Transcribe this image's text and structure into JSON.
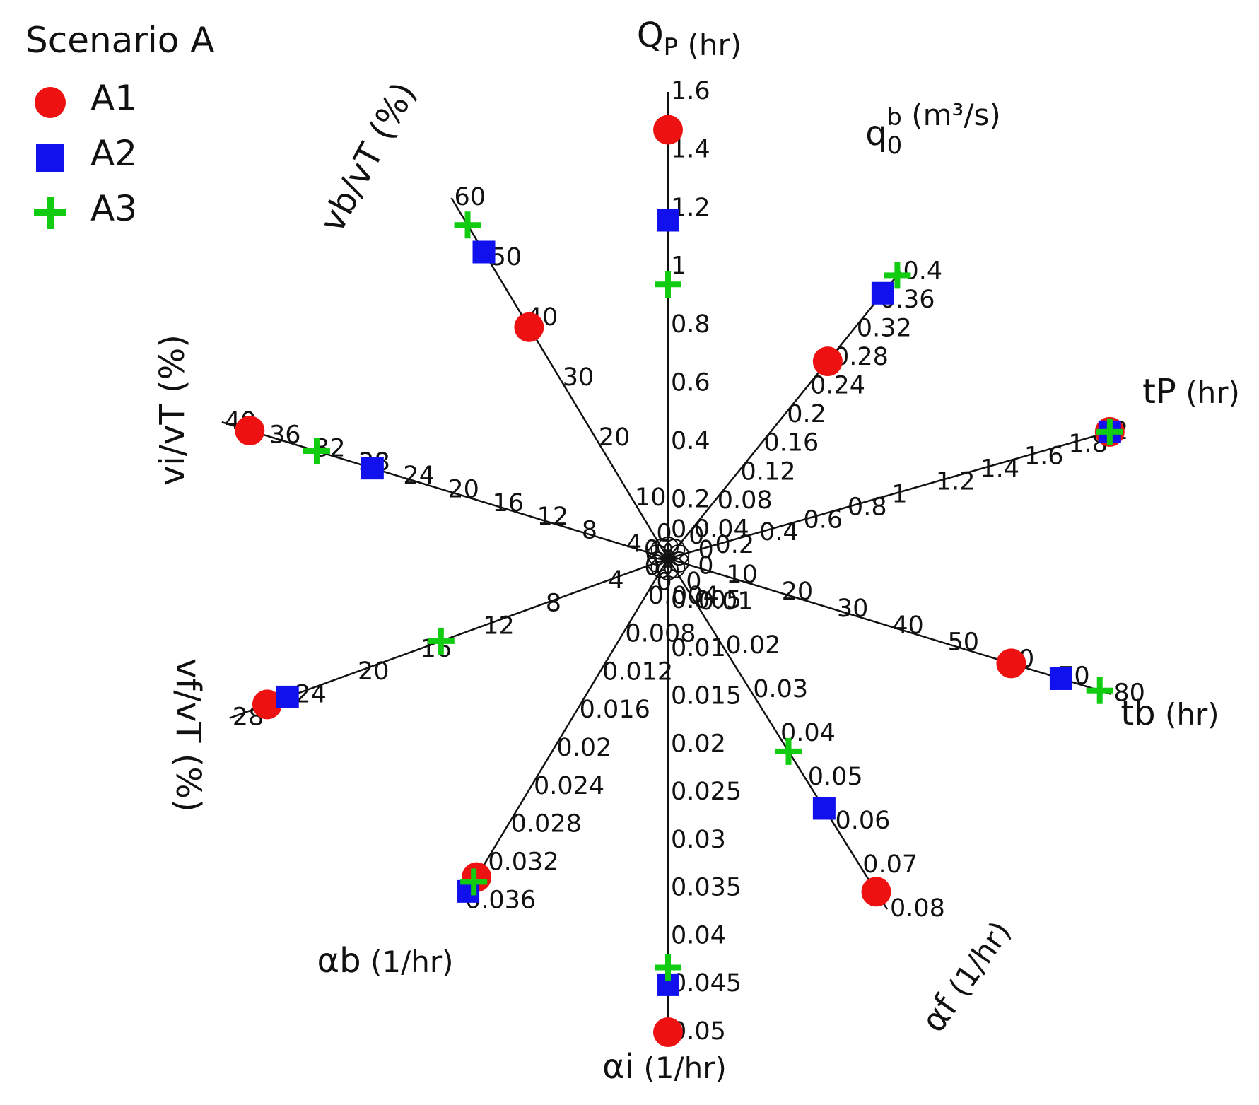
{
  "chart_data": {
    "type": "radar",
    "title": "Scenario A",
    "legend_position": "top-left",
    "grid": false,
    "series": [
      {
        "name": "A1",
        "marker": "circle",
        "color": "#ee1111"
      },
      {
        "name": "A2",
        "marker": "square",
        "color": "#1111ee"
      },
      {
        "name": "A3",
        "marker": "plus",
        "color": "#11cc11"
      }
    ],
    "axes": [
      {
        "id": "Qp",
        "label": "Q",
        "label_sub": "P",
        "unit": " (hr)",
        "range": [
          0,
          1.6
        ],
        "ticks": [
          "0",
          "0.2",
          "0.4",
          "0.6",
          "0.8",
          "1",
          "1.2",
          "1.4",
          "1.6"
        ],
        "values": {
          "A1": 1.47,
          "A2": 1.16,
          "A3": 0.94
        }
      },
      {
        "id": "q0b",
        "label": "q",
        "label_sub": "0",
        "label_sup": "b",
        "unit": " (m³/s)",
        "range": [
          0,
          0.4
        ],
        "ticks": [
          "0",
          "0.04",
          "0.08",
          "0.12",
          "0.16",
          "0.2",
          "0.24",
          "0.28",
          "0.32",
          "0.36",
          "0.4"
        ],
        "values": {
          "A1": 0.275,
          "A2": 0.37,
          "A3": 0.395
        }
      },
      {
        "id": "tp",
        "label": "tP",
        "unit": " (hr)",
        "range": [
          0,
          2
        ],
        "ticks": [
          "0",
          "0.2",
          "0.4",
          "0.6",
          "0.8",
          "1",
          "1.2",
          "1.4",
          "1.6",
          "1.8",
          "2"
        ],
        "values": {
          "A1": 2.0,
          "A2": 2.0,
          "A3": 2.0
        }
      },
      {
        "id": "tb",
        "label": "tb",
        "unit": " (hr)",
        "range": [
          0,
          80
        ],
        "ticks": [
          "0",
          "10",
          "20",
          "30",
          "40",
          "50",
          "60",
          "70",
          "80"
        ],
        "values": {
          "A1": 62,
          "A2": 71,
          "A3": 78
        }
      },
      {
        "id": "af",
        "label": "αf",
        "unit": " (1/hr)",
        "range": [
          0,
          0.08
        ],
        "ticks": [
          "0",
          "0.01",
          "0.02",
          "0.03",
          "0.04",
          "0.05",
          "0.06",
          "0.07",
          "0.08"
        ],
        "values": {
          "A1": 0.076,
          "A2": 0.057,
          "A3": 0.044
        }
      },
      {
        "id": "ai",
        "label": "αi",
        "unit": " (1/hr)",
        "range": [
          0,
          0.05
        ],
        "ticks": [
          "0.005",
          "0.01",
          "0.015",
          "0.02",
          "0.025",
          "0.03",
          "0.035",
          "0.04",
          "0.045",
          "0.05"
        ],
        "values": {
          "A1": 0.05,
          "A2": 0.0445,
          "A3": 0.0425
        }
      },
      {
        "id": "ab",
        "label": "αb",
        "unit": " (1/hr)",
        "range": [
          0,
          0.036
        ],
        "ticks": [
          "0",
          "0.004",
          "0.008",
          "0.012",
          "0.016",
          "0.02",
          "0.024",
          "0.028",
          "0.032",
          "0.036"
        ],
        "values": {
          "A1": 0.0335,
          "A2": 0.035,
          "A3": 0.034
        }
      },
      {
        "id": "vfvt",
        "label": "vf/vT (%)",
        "unit": "",
        "range": [
          0,
          28
        ],
        "ticks": [
          "0",
          "4",
          "8",
          "12",
          "16",
          "20",
          "24",
          "28"
        ],
        "values": {
          "A1": 25.6,
          "A2": 24.3,
          "A3": 14.5
        }
      },
      {
        "id": "vivt",
        "label": "vi/vT (%)",
        "unit": "",
        "range": [
          0,
          40
        ],
        "ticks": [
          "0",
          "4",
          "8",
          "12",
          "16",
          "20",
          "24",
          "28",
          "32",
          "36",
          "40"
        ],
        "values": {
          "A1": 37.5,
          "A2": 26.5,
          "A3": 31.5
        }
      },
      {
        "id": "vbvt",
        "label": "vb/vT (%)",
        "unit": "",
        "range": [
          0,
          60
        ],
        "ticks": [
          "0",
          "10",
          "20",
          "30",
          "40",
          "50",
          "60"
        ],
        "values": {
          "A1": 38.5,
          "A2": 51,
          "A3": 55.5
        }
      }
    ]
  }
}
